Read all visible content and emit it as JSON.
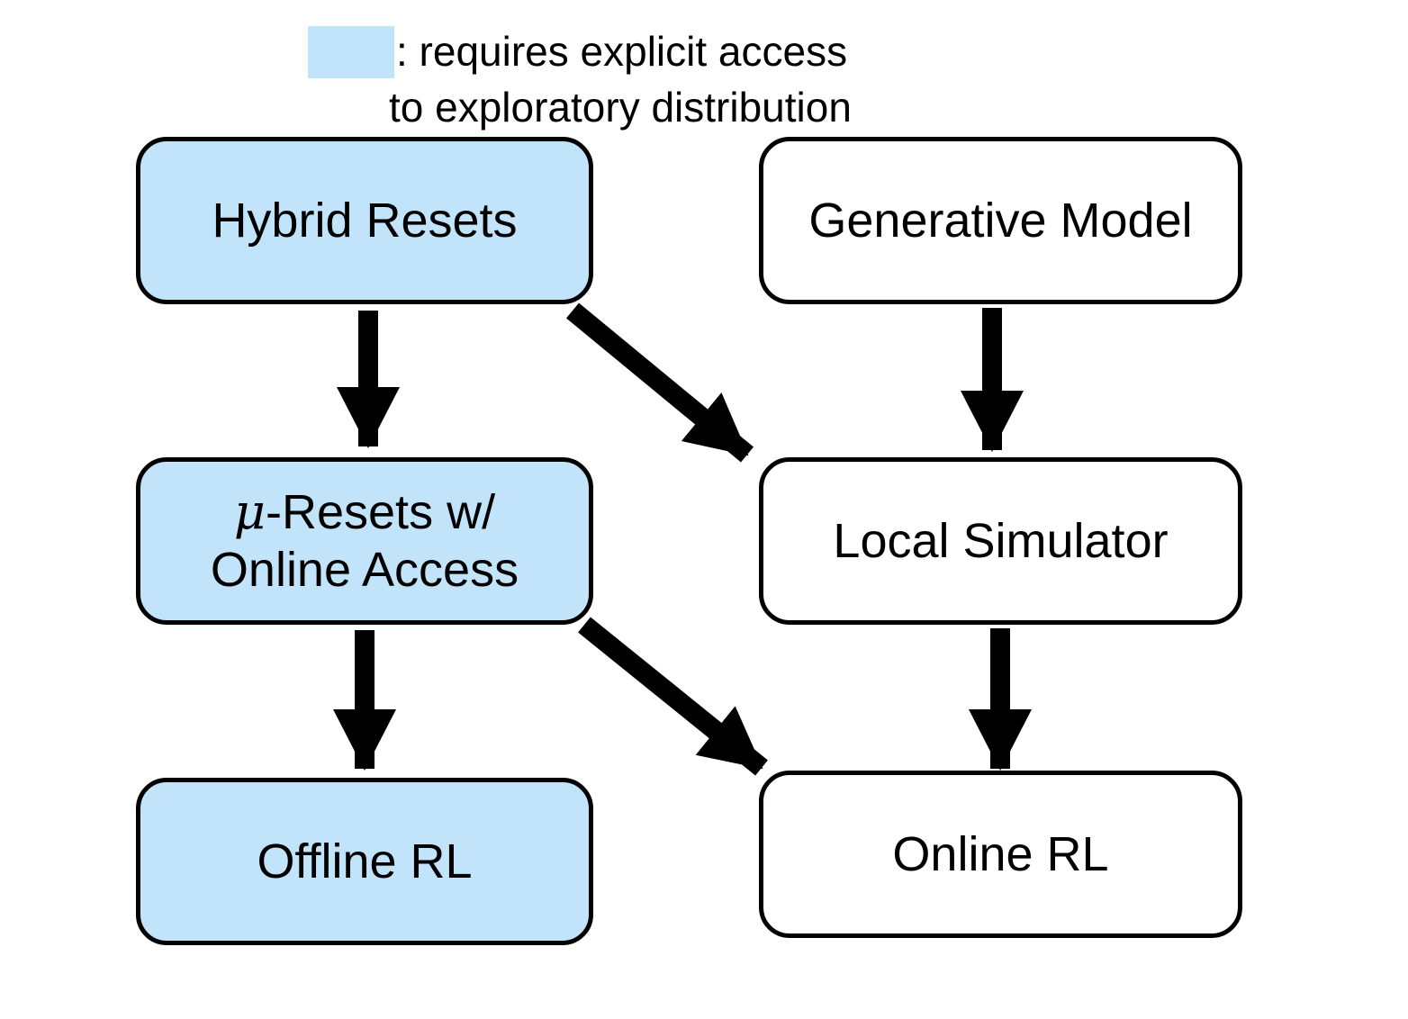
{
  "legend": {
    "line1": ": requires explicit access",
    "line2": "to exploratory distribution",
    "swatch_color": "#c1e4fb"
  },
  "colors": {
    "highlight": "#c1e4fb",
    "plain": "#ffffff",
    "border": "#000000",
    "arrow": "#000000"
  },
  "nodes": {
    "hybrid_resets": {
      "label": "Hybrid Resets",
      "requires_explicit_access": true
    },
    "generative_model": {
      "label": "Generative Model",
      "requires_explicit_access": false
    },
    "mu_resets": {
      "symbol": "μ",
      "label_line1": "-Resets w/",
      "label_line2": "Online Access",
      "requires_explicit_access": true
    },
    "local_simulator": {
      "label": "Local Simulator",
      "requires_explicit_access": false
    },
    "offline_rl": {
      "label": "Offline RL",
      "requires_explicit_access": true
    },
    "online_rl": {
      "label": "Online RL",
      "requires_explicit_access": false
    }
  },
  "edges": [
    {
      "from": "Hybrid Resets",
      "to": "μ-Resets w/ Online Access"
    },
    {
      "from": "Hybrid Resets",
      "to": "Local Simulator"
    },
    {
      "from": "Generative Model",
      "to": "Local Simulator"
    },
    {
      "from": "μ-Resets w/ Online Access",
      "to": "Offline RL"
    },
    {
      "from": "μ-Resets w/ Online Access",
      "to": "Online RL"
    },
    {
      "from": "Local Simulator",
      "to": "Online RL"
    }
  ]
}
